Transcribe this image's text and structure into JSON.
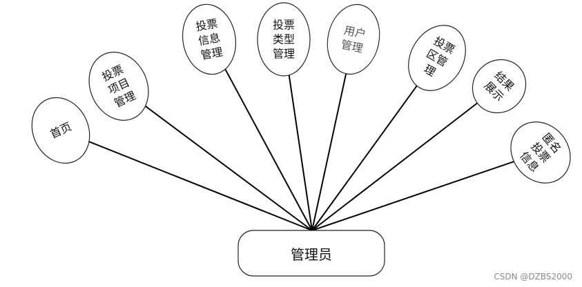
{
  "root": {
    "label": "管理员"
  },
  "branches": [
    {
      "id": "home",
      "lines": [
        "首页"
      ]
    },
    {
      "id": "project",
      "lines": [
        "投票",
        "项目",
        "管理"
      ]
    },
    {
      "id": "info",
      "lines": [
        "投票",
        "信息",
        "管理"
      ]
    },
    {
      "id": "type",
      "lines": [
        "投票",
        "类型",
        "管理"
      ]
    },
    {
      "id": "user",
      "lines": [
        "用户",
        "管理"
      ],
      "muted": true
    },
    {
      "id": "zone",
      "lines": [
        "投票",
        "区管",
        "理"
      ]
    },
    {
      "id": "result",
      "lines": [
        "结果",
        "展示"
      ]
    },
    {
      "id": "anonymous",
      "lines": [
        "匿名",
        "投票",
        "信息"
      ]
    }
  ],
  "watermark": "CSDN @DZBS2000"
}
